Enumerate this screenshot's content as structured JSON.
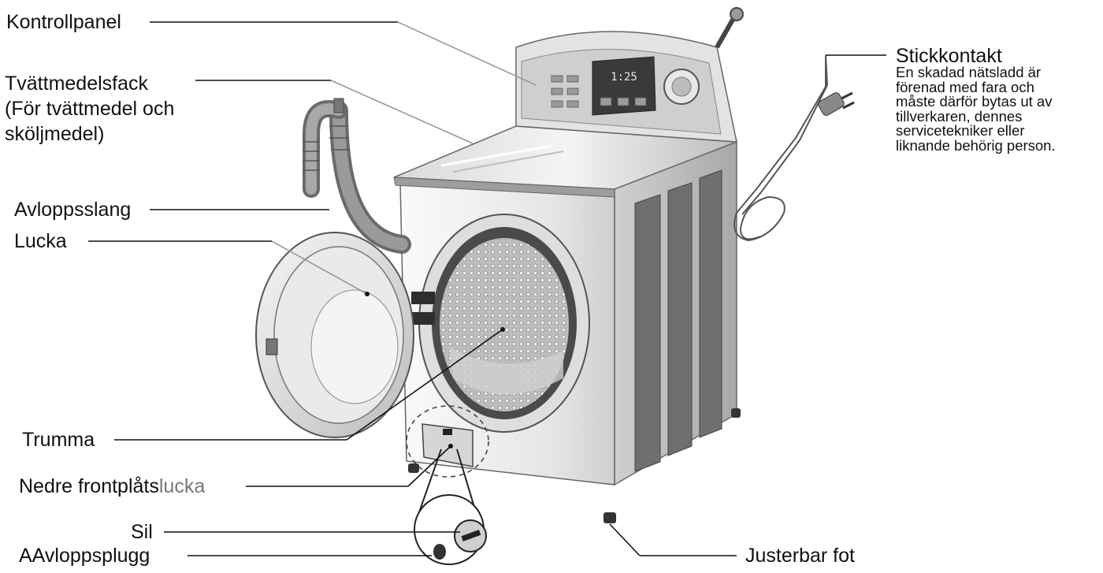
{
  "labels": {
    "kontrollpanel": "Kontrollpanel",
    "tvattmedelsfack": [
      "Tvättmedelsfack",
      "(För tvättmedel och",
      "sköljmedel)"
    ],
    "avloppsslang": "Avloppsslang",
    "lucka": "Lucka",
    "trumma": "Trumma",
    "nedre_frontplatslucka_a": "Nedre frontplåts",
    "nedre_frontplatslucka_b": "lucka",
    "sil": "Sil",
    "avloppsplugg": "AAvloppsplugg",
    "justerbar_fot": "Justerbar fot"
  },
  "stickkontakt": {
    "title": "Stickkontakt",
    "lines": [
      "En skadad nätsladd är",
      "förenad med fara och",
      "måste därför bytas ut av",
      "tillverkaren, dennes",
      "servicetekniker eller",
      "liknande behörig person."
    ]
  },
  "display": {
    "time": "1:25"
  },
  "colors": {
    "line": "#111111",
    "machine_light": "#f2f2f2",
    "machine_mid": "#c8c8c8",
    "machine_dark": "#8a8a8a"
  }
}
